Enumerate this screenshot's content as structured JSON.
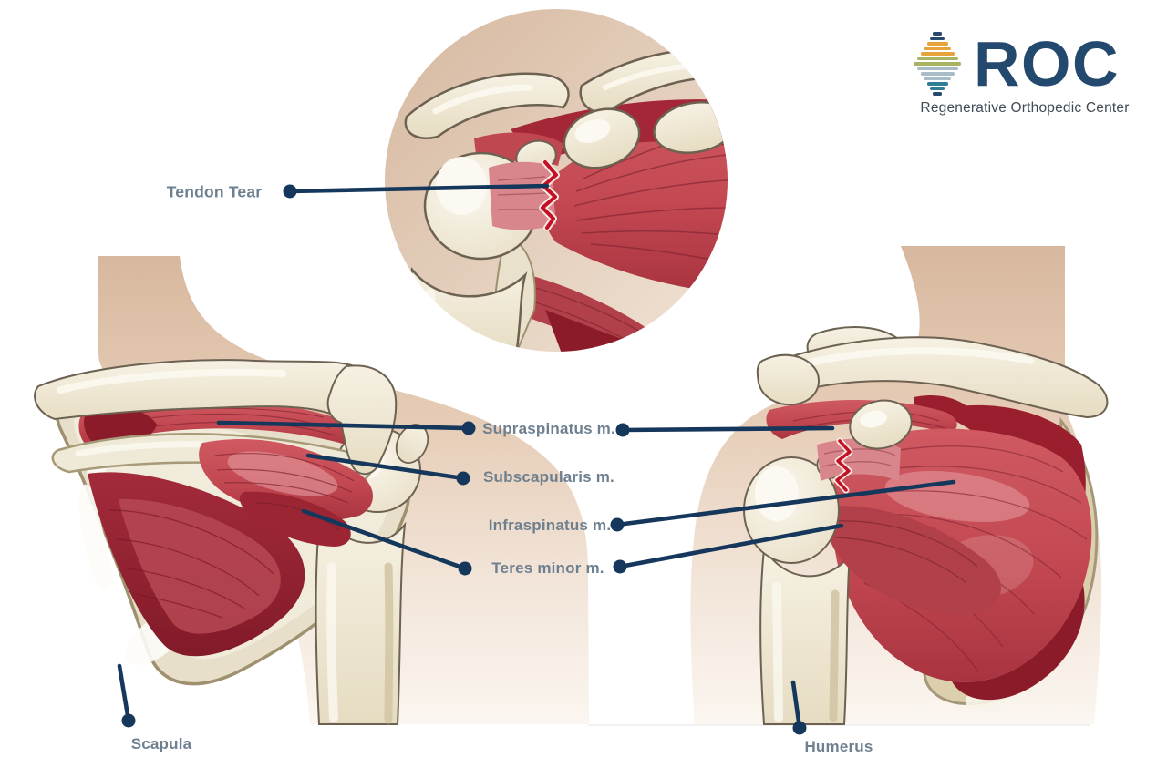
{
  "page": {
    "background": "#ffffff"
  },
  "logo": {
    "wordmark": "ROC",
    "subtitle": "Regenerative Orthopedic Center",
    "wordmark_color": "#24496e",
    "subtitle_color": "#3f4b55",
    "icon_bars": [
      {
        "w": 10,
        "c": "#27496d"
      },
      {
        "w": 16,
        "c": "#27496d"
      },
      {
        "w": 23,
        "c": "#e7a33c"
      },
      {
        "w": 30,
        "c": "#e7a33c"
      },
      {
        "w": 37,
        "c": "#e7a33c"
      },
      {
        "w": 45,
        "c": "#a9b463"
      },
      {
        "w": 52,
        "c": "#a9b463"
      },
      {
        "w": 45,
        "c": "#a9bdc8"
      },
      {
        "w": 37,
        "c": "#a9bdc8"
      },
      {
        "w": 30,
        "c": "#a9bdc8"
      },
      {
        "w": 23,
        "c": "#2f7e96"
      },
      {
        "w": 16,
        "c": "#2f7e96"
      },
      {
        "w": 10,
        "c": "#27496d"
      }
    ]
  },
  "labels": {
    "tendon_tear": "Tendon Tear",
    "supraspinatus": "Supraspinatus m.",
    "subscapularis": "Subscapularis m.",
    "infraspinatus": "Infraspinatus m.",
    "teres_minor": "Teres minor m.",
    "scapula": "Scapula",
    "humerus": "Humerus"
  },
  "colors": {
    "label_text": "#6e8090",
    "leader_line": "#16375c",
    "muscle_red": "#c24751",
    "muscle_dark": "#8c1b2a",
    "bone_cream": "#efe8d6",
    "skin_tan": "#d7b89e"
  }
}
